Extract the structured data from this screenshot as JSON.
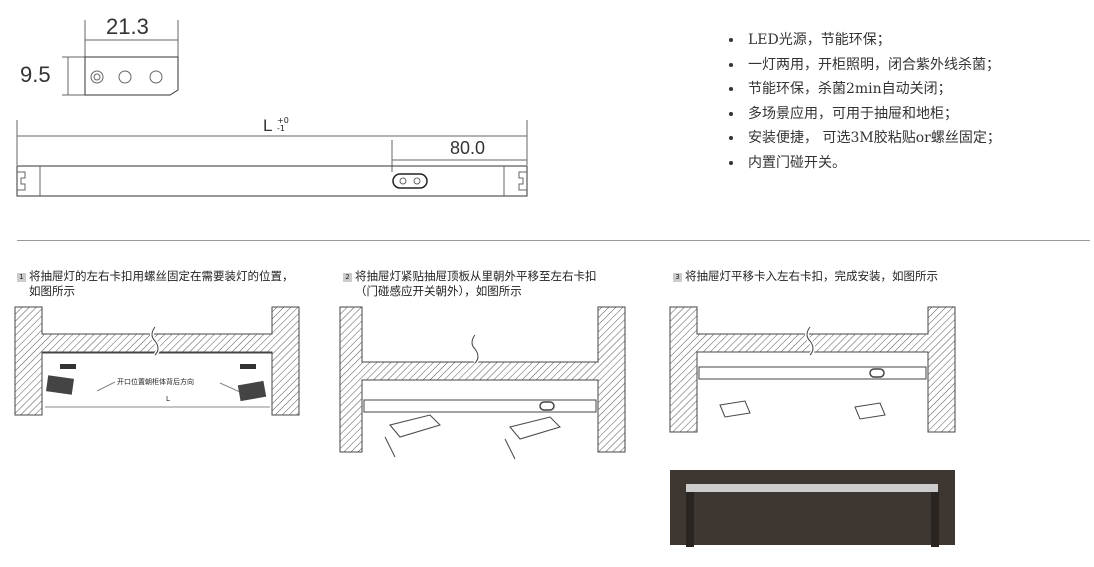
{
  "dimensions": {
    "width": "21.3",
    "height": "9.5",
    "length": "L",
    "tol_plus": "+0",
    "tol_minus": "-1",
    "switch_offset": "80.0"
  },
  "features": [
    "LED光源，节能环保；",
    "一灯两用，开柜照明，闭合紫外线杀菌；",
    "节能环保，杀菌2min自动关闭；",
    "多场景应用，可用于抽屉和地柜；",
    "安装便捷， 可选3M胶粘贴or螺丝固定；",
    "内置门碰开关。"
  ],
  "steps": [
    {
      "num": "1",
      "text": "将抽屉灯的左右卡扣用螺丝固定在需要装灯的位置，",
      "text2": "如图所示",
      "note": "开口位置朝柜体背后方向",
      "dim": "L"
    },
    {
      "num": "2",
      "text": "将抽屉灯紧贴抽屉顶板从里朝外平移至左右卡扣",
      "text2": "（门碰感应开关朝外），如图所示"
    },
    {
      "num": "3",
      "text": "将抽屉灯平移卡入左右卡扣，完成安装，如图所示"
    }
  ],
  "colors": {
    "photo": "#3e3731",
    "line": "#555"
  }
}
